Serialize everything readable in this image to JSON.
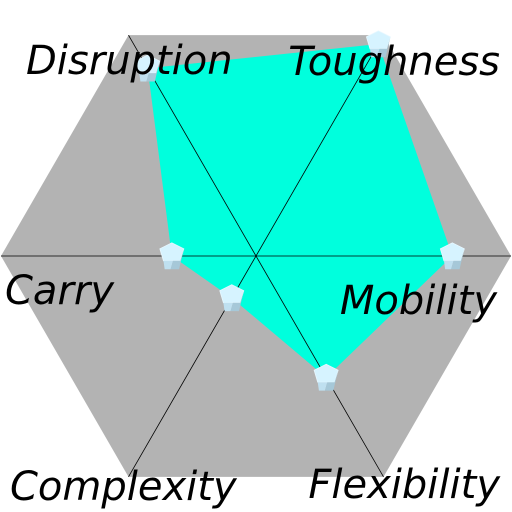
{
  "chart_data": {
    "type": "radar",
    "axes": [
      "Toughness",
      "Mobility",
      "Flexibility",
      "Complexity",
      "Carry",
      "Disruption"
    ],
    "values": [
      0.96,
      0.77,
      0.55,
      0.19,
      0.33,
      0.85
    ],
    "range": [
      0,
      1
    ],
    "colors": {
      "background": "#b3b3b3",
      "fill": "#00ffdd",
      "spokes": "#000000",
      "marker_top": "#d6f3ff",
      "marker_left": "#bfe0f0",
      "marker_right": "#a6c8d8"
    }
  }
}
